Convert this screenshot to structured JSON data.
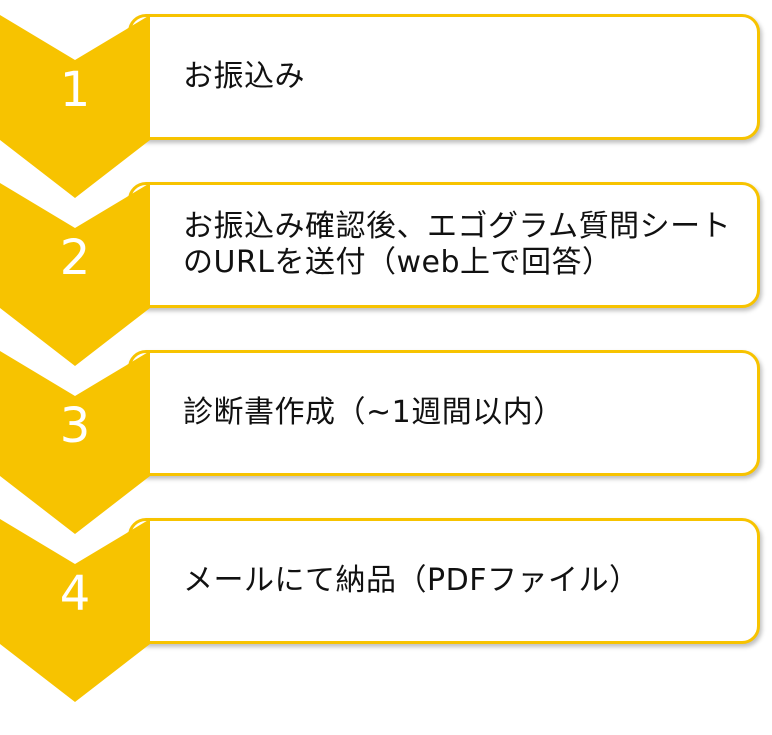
{
  "steps": [
    {
      "number": "1",
      "text": "お振込み"
    },
    {
      "number": "2",
      "text": "お振込み確認後、エゴグラム質問シートのURLを送付（web上で回答）"
    },
    {
      "number": "3",
      "text": "診断書作成（~1週間以内）"
    },
    {
      "number": "4",
      "text": "メールにて納品（PDFファイル）"
    }
  ],
  "colors": {
    "accent": "#f7c300",
    "box_background": "#ffffff",
    "text": "#111111"
  }
}
